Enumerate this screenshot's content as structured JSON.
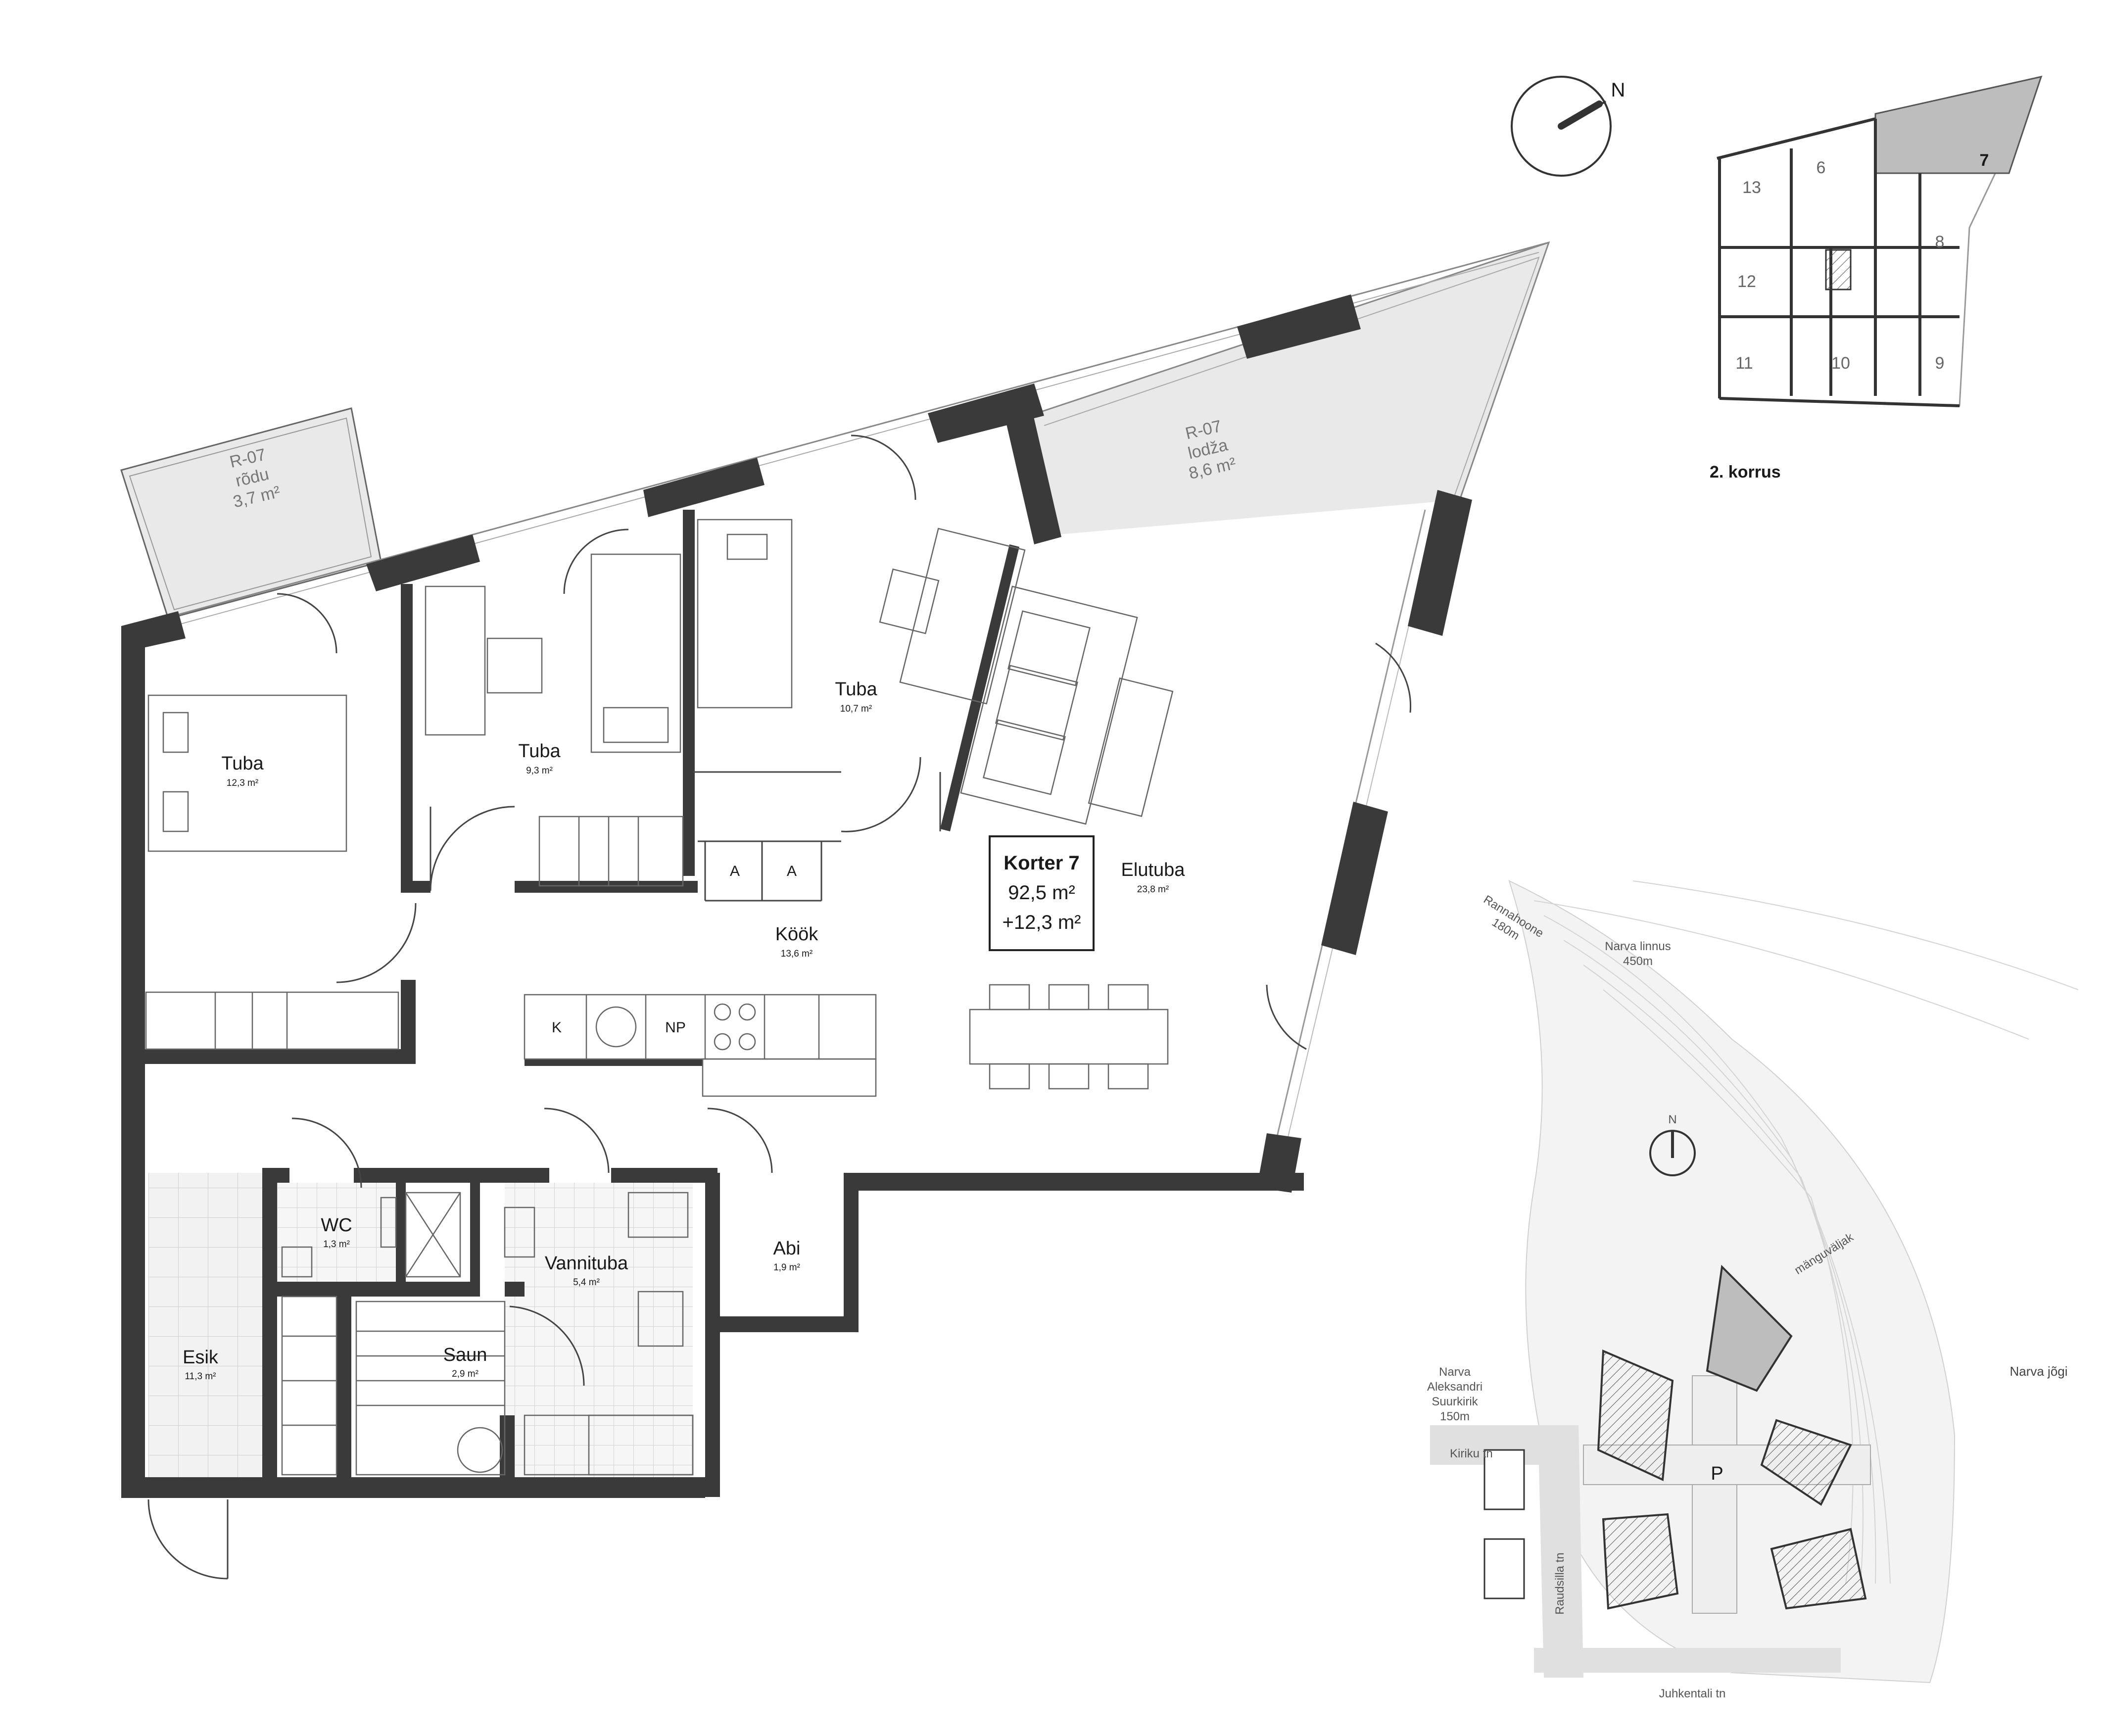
{
  "rooms": [
    {
      "name": "Tuba",
      "area": "12,3 m²"
    },
    {
      "name": "Tuba",
      "area": "9,3 m²"
    },
    {
      "name": "Tuba",
      "area": "10,7 m²"
    },
    {
      "name": "Elutuba",
      "area": "23,8 m²"
    },
    {
      "name": "Köök",
      "area": "13,6 m²"
    },
    {
      "name": "WC",
      "area": "1,3 m²"
    },
    {
      "name": "Vannituba",
      "area": "5,4 m²"
    },
    {
      "name": "Saun",
      "area": "2,9 m²"
    },
    {
      "name": "Abi",
      "area": "1,9 m²"
    },
    {
      "name": "Esik",
      "area": "11,3 m²"
    }
  ],
  "balconies": [
    {
      "code": "R-07",
      "type": "rõdu",
      "area": "3,7 m²"
    },
    {
      "code": "R-07",
      "type": "lodža",
      "area": "8,6 m²"
    }
  ],
  "korter": {
    "title": "Korter 7",
    "area": "92,5 m²",
    "extra": "+12,3 m²"
  },
  "kitchen_labels": {
    "k": "K",
    "np": "NP",
    "a": "A"
  },
  "north": "N",
  "key_plan": {
    "title": "2. korrus",
    "highlight": "7",
    "numbers": [
      "13",
      "6",
      "8",
      "12",
      "11",
      "10",
      "9"
    ]
  },
  "site_plan": {
    "north": "N",
    "rannahoone": "Rannahoone",
    "rannahoone_dist": "180m",
    "narva_linnus": "Narva linnus",
    "narva_linnus_dist": "450m",
    "manguvaljak": "mänguväljak",
    "narva_jogi": "Narva jõgi",
    "kirik_1": "Narva",
    "kirik_2": "Aleksandri",
    "kirik_3": "Suurkirik",
    "kirik_dist": "150m",
    "kiriku": "Kiriku tn",
    "raudsilla": "Raudsilla tn",
    "juhkentali": "Juhkentali tn",
    "parking": "P"
  },
  "colors": {
    "wall": "#3a3a3a",
    "tile": "#eeeeee",
    "balcony": "#e8e8e8",
    "highlight": "#bdbdbd",
    "site": "#e0e0e0"
  }
}
